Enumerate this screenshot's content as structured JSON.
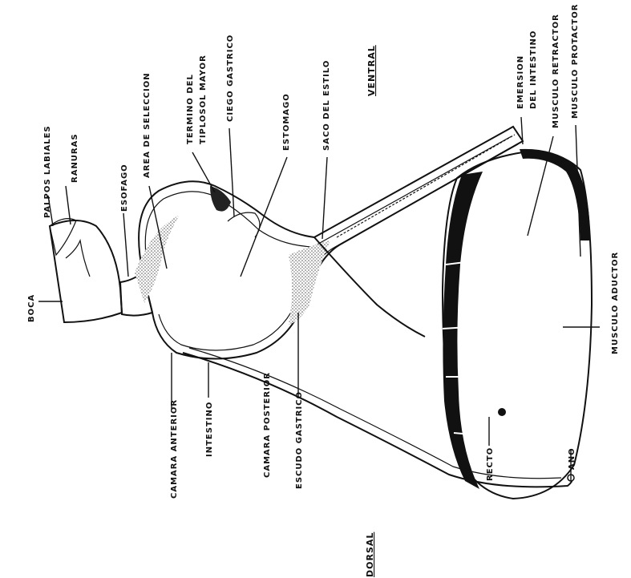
{
  "orientation": {
    "ventral": "VENTRAL",
    "dorsal": "DORSAL"
  },
  "labels": {
    "boca": "BOCA",
    "palpos_labiales": "PALPOS LABIALES",
    "ranuras": "RANURAS",
    "esofago": "ESOFAGO",
    "area_seleccion": "AREA DE SELECCION",
    "termino_tiplosol_1": "TERMINO DEL",
    "termino_tiplosol_2": "TIPLOSOL MAYOR",
    "ciego_gastrico": "CIEGO GASTRICO",
    "estomago": "ESTOMAGO",
    "saco_estilo": "SACO DEL ESTILO",
    "emersion_1": "EMERSION",
    "emersion_2": "DEL INTESTINO",
    "musculo_retractor": "MUSCULO RETRACTOR",
    "musculo_protactor": "MUSCULO PROTACTOR",
    "musculo_aductor": "MUSCULO ADUCTOR",
    "camara_anterior": "CAMARA ANTERIOR",
    "intestino": "INTESTINO",
    "camara_posterior": "CAMARA POSTERIOR",
    "escudo_gastrico": "ESCUDO GASTRICO",
    "recto": "RECTO",
    "ano": "ANO"
  },
  "colors": {
    "ink": "#111111",
    "stipple": "#777777",
    "background": "#ffffff"
  }
}
